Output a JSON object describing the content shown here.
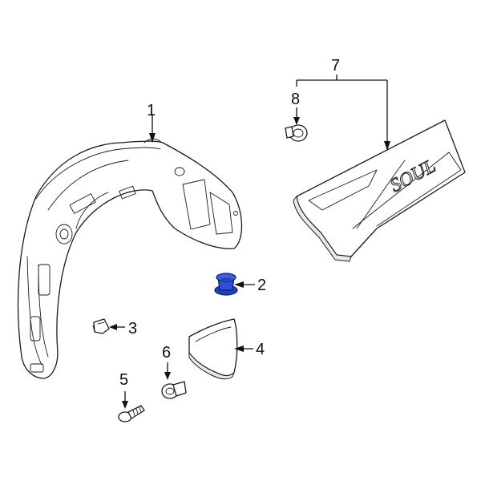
{
  "diagram": {
    "callouts": [
      {
        "id": "1",
        "label": "1"
      },
      {
        "id": "2",
        "label": "2"
      },
      {
        "id": "3",
        "label": "3"
      },
      {
        "id": "4",
        "label": "4"
      },
      {
        "id": "5",
        "label": "5"
      },
      {
        "id": "6",
        "label": "6"
      },
      {
        "id": "7",
        "label": "7"
      },
      {
        "id": "8",
        "label": "8"
      }
    ],
    "emblem_text": "SOUL",
    "colors": {
      "line": "#1a1a1a",
      "highlight": "#1f3fbf",
      "background": "#ffffff"
    }
  }
}
